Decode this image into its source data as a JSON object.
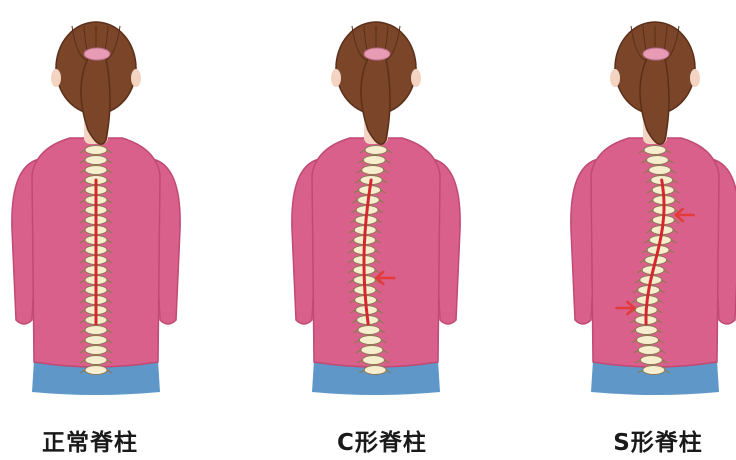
{
  "figures": [
    {
      "label": "正常脊柱",
      "curve": "normal",
      "arrows": []
    },
    {
      "label": "C形脊柱",
      "curve": "c-shape",
      "arrows": [
        "left"
      ]
    },
    {
      "label": "S形脊柱",
      "curve": "s-shape",
      "arrows": [
        "right",
        "left"
      ]
    }
  ],
  "colors": {
    "shirt": "#d9608a",
    "shirt_shadow": "#bf4a74",
    "skin": "#f3d3c2",
    "hair": "#7a4528",
    "hair_dark": "#5a2f19",
    "hair_tie": "#e89bb5",
    "pants": "#5f98c8",
    "spine": "#f7edcf",
    "spine_outline": "#8a7a52",
    "cord": "#d7262d",
    "arrow": "#e43a3a"
  }
}
